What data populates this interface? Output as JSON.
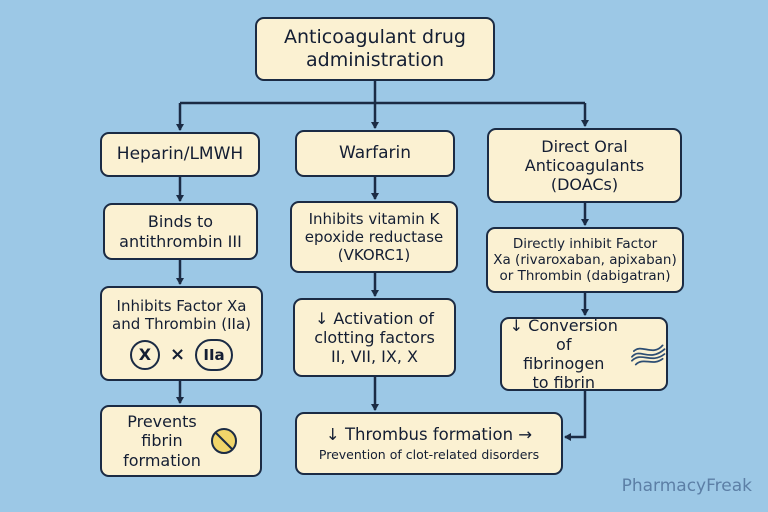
{
  "root": {
    "line1": "Anticoagulant drug",
    "line2": "administration"
  },
  "columns": {
    "heparin": {
      "title": "Heparin/LMWH",
      "step1": [
        "Binds to",
        "antithrombin III"
      ],
      "step2": [
        "Inhibits Factor Xa",
        "and Thrombin (IIa)"
      ],
      "step2_symbols": {
        "x": "X",
        "times": "×",
        "iia": "IIa"
      },
      "step3": [
        "Prevents",
        "fibrin",
        "formation"
      ]
    },
    "warfarin": {
      "title": "Warfarin",
      "step1": [
        "Inhibits vitamin K",
        "epoxide reductase",
        "(VKORC1)"
      ],
      "step2": [
        "↓ Activation of",
        "clotting factors",
        "II, VII, IX, X"
      ]
    },
    "doac": {
      "title": [
        "Direct Oral",
        "Anticoagulants",
        "(DOACs)"
      ],
      "step1": [
        "Directly inhibit Factor",
        "Xa (rivaroxaban, apixaban)",
        "or Thrombin (dabigatran)"
      ],
      "step2": [
        "↓ Conversion of",
        "fibrinogen",
        "to fibrin"
      ]
    }
  },
  "outcome": {
    "line1": "↓ Thrombus formation →",
    "line2": "Prevention of clot-related disorders"
  },
  "brand": "PharmacyFreak",
  "colors": {
    "background": "#9cc8e6",
    "box_fill": "#fbf1d2",
    "stroke": "#1b2b44",
    "brand": "#5c7fa6"
  },
  "icons": [
    "prohibition-icon",
    "fibrin-strands-icon"
  ]
}
